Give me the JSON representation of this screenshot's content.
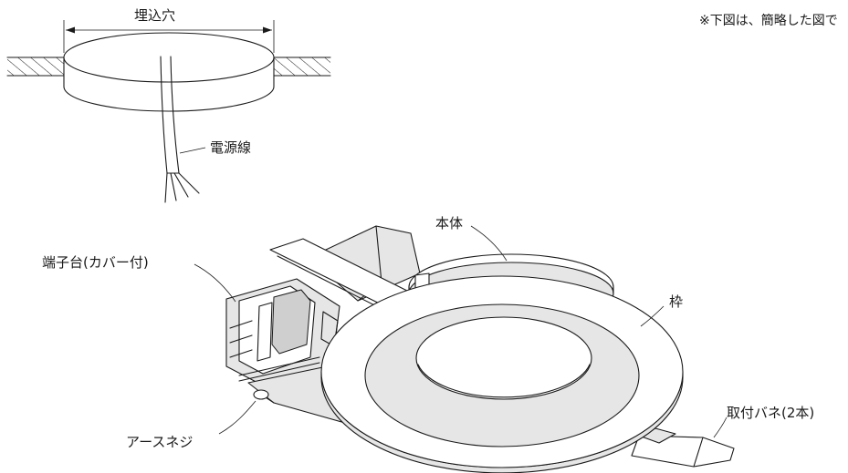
{
  "labels": {
    "embed_hole": "埋込穴",
    "note": "※下図は、簡略した図で",
    "power_cable": "電源線",
    "main_body": "本体",
    "terminal_block": "端子台(カバー付)",
    "frame": "枠",
    "earth_screw": "アースネジ",
    "mounting_spring": "取付バネ(2本)"
  }
}
